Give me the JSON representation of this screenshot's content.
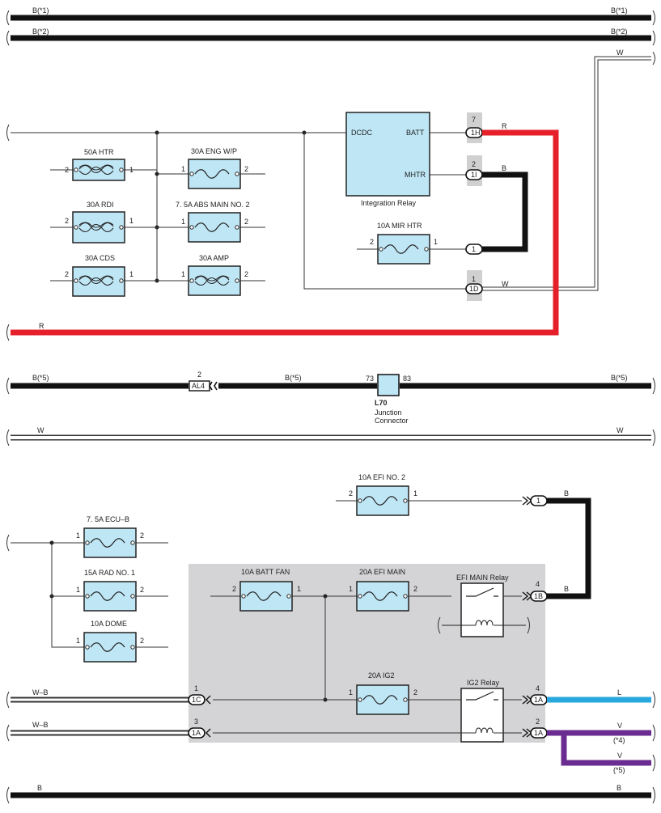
{
  "colors": {
    "red": "#e5202a",
    "black": "#111111",
    "blue": "#29a8df",
    "purple": "#6b2c91",
    "fuse_fill": "#bfe6f5",
    "shade": "#d4d4d6",
    "conn_shade": "#d0d0d0"
  },
  "wires": {
    "b1_left": "B(*1)",
    "b1_right": "B(*1)",
    "b2_left": "B(*2)",
    "b2_right": "B(*2)",
    "w_top": "W",
    "r_batt": "R",
    "b_mhtr": "B",
    "w_1d": "W",
    "r_bottom": "R",
    "b5_left": "B(*5)",
    "b5_mid": "B(*5)",
    "b5_right": "B(*5)",
    "w_left": "W",
    "w_right": "W",
    "b_efi2": "B",
    "b_1b": "B",
    "wb_1c": "W–B",
    "wb_1a": "W–B",
    "l_out": "L",
    "v_out1": "V",
    "v_note1": "(*4)",
    "v_out2": "V",
    "v_note2": "(*5)",
    "b_left": "B",
    "b_right": "B"
  },
  "fuses": {
    "htr": {
      "label": "50A HTR",
      "pin_l": "2",
      "pin_r": "1"
    },
    "rdi": {
      "label": "30A RDI",
      "pin_l": "2",
      "pin_r": "1"
    },
    "cds": {
      "label": "30A CDS",
      "pin_l": "2",
      "pin_r": "1"
    },
    "eng_wp": {
      "label": "30A ENG W/P",
      "pin_l": "1",
      "pin_r": "2"
    },
    "abs_main2": {
      "label": "7. 5A ABS MAIN NO. 2",
      "pin_l": "1",
      "pin_r": "2"
    },
    "amp": {
      "label": "30A AMP",
      "pin_l": "1",
      "pin_r": "2"
    },
    "mir_htr": {
      "label": "10A MIR HTR",
      "pin_l": "2",
      "pin_r": "1"
    },
    "efi2": {
      "label": "10A EFI NO. 2",
      "pin_l": "2",
      "pin_r": "1"
    },
    "ecu_b": {
      "label": "7. 5A ECU–B",
      "pin_l": "1",
      "pin_r": "2"
    },
    "rad1": {
      "label": "15A RAD NO. 1",
      "pin_l": "1",
      "pin_r": "2"
    },
    "dome": {
      "label": "10A DOME",
      "pin_l": "1",
      "pin_r": "2"
    },
    "batt_fan": {
      "label": "10A BATT FAN",
      "pin_l": "2",
      "pin_r": "1"
    },
    "efi_main": {
      "label": "20A EFI MAIN",
      "pin_l": "1",
      "pin_r": "2"
    },
    "ig2": {
      "label": "20A IG2",
      "pin_l": "1",
      "pin_r": "2"
    }
  },
  "relay": {
    "dcdc": "DCDC",
    "batt": "BATT",
    "mhtr": "MHTR",
    "name": "Integration Relay"
  },
  "relays": {
    "efi_main": "EFI MAIN Relay",
    "ig2": "IG2 Relay"
  },
  "connectors": {
    "c1h": {
      "id": "1H",
      "pin": "7"
    },
    "c1i": {
      "id": "1I",
      "pin": "2"
    },
    "c1": {
      "id": "1"
    },
    "c1d": {
      "id": "1D",
      "pin": "1"
    },
    "al4": {
      "id": "AL4",
      "pin": "2"
    },
    "efi_c1": {
      "id": "1"
    },
    "c1b": {
      "id": "1B",
      "pin": "4"
    },
    "c1c": {
      "id": "1C",
      "pin": "1"
    },
    "c1a_in": {
      "id": "1A",
      "pin": "3"
    },
    "c1a_l": {
      "id": "1A",
      "pin": "4"
    },
    "c1a_v": {
      "id": "1A",
      "pin": "2"
    }
  },
  "junction": {
    "id": "L70",
    "line1": "Junction",
    "line2": "Connector",
    "pin_l": "73",
    "pin_r": "83"
  }
}
